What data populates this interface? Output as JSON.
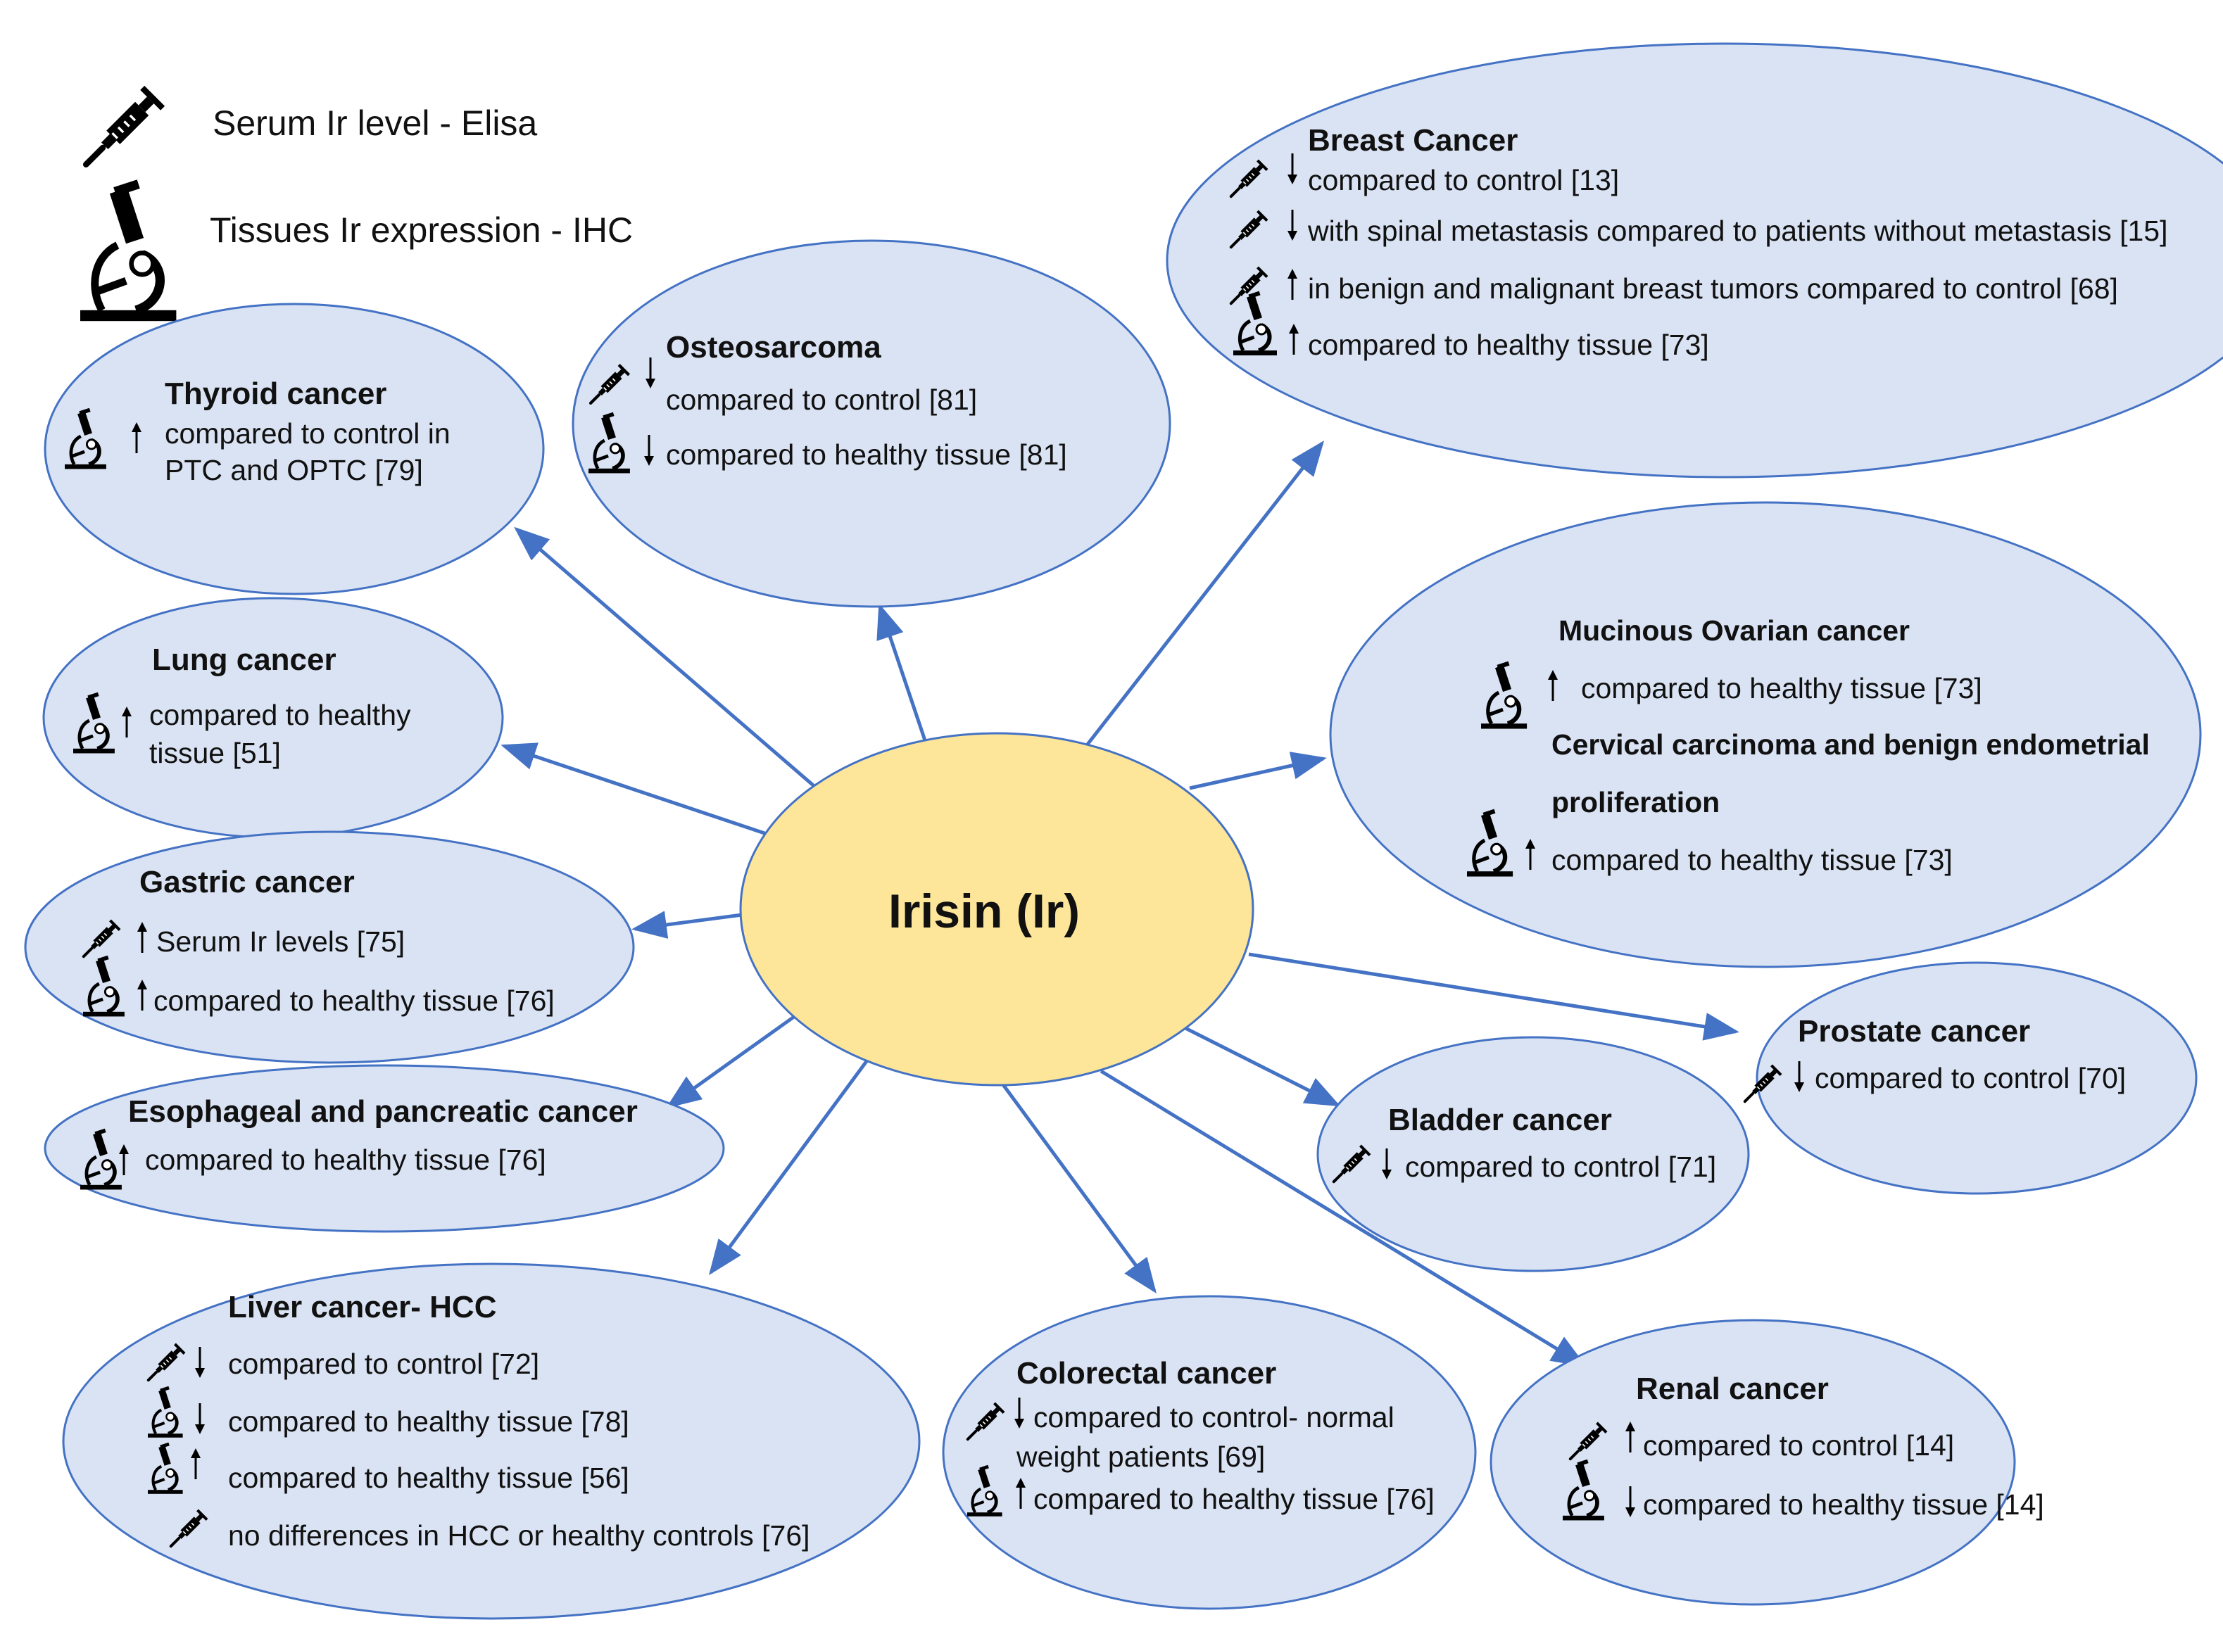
{
  "legend": {
    "syringe_label": "Serum Ir level - Elisa",
    "microscope_label": "Tissues Ir expression - IHC",
    "syringe_icon": "syringe-icon",
    "microscope_icon": "microscope-icon"
  },
  "center": {
    "label": "Irisin (Ir)"
  },
  "colors": {
    "node_fill": "#dae3f3",
    "node_stroke": "#4472c4",
    "center_fill": "#fde699",
    "arrow": "#4472c4"
  },
  "nodes": {
    "thyroid": {
      "title": "Thyroid cancer",
      "lines": [
        "compared to control in",
        "PTC and OPTC [79]"
      ]
    },
    "osteosarcoma": {
      "title": "Osteosarcoma",
      "lines": [
        "compared to control [81]",
        "compared to healthy tissue [81]"
      ]
    },
    "breast": {
      "title": "Breast Cancer",
      "lines": [
        "compared to control [13]",
        "with spinal metastasis compared to patients without metastasis [15]",
        "in benign and malignant breast tumors compared to control [68]",
        "compared to healthy tissue [73]"
      ]
    },
    "lung": {
      "title": "Lung cancer",
      "lines": [
        "compared to healthy",
        "tissue [51]"
      ]
    },
    "ovarian": {
      "title": "Mucinous Ovarian cancer",
      "line1": "compared to healthy tissue [73]",
      "subtitle1": "Cervical carcinoma and benign endometrial",
      "subtitle2": "proliferation",
      "line2": "compared to healthy tissue [73]"
    },
    "gastric": {
      "title": "Gastric cancer",
      "lines": [
        "Serum Ir levels [75]",
        "compared to healthy tissue [76]"
      ]
    },
    "esophageal": {
      "title": "Esophageal and pancreatic cancer",
      "lines": [
        "compared to healthy tissue [76]"
      ]
    },
    "prostate": {
      "title": "Prostate cancer",
      "lines": [
        "compared to control [70]"
      ]
    },
    "bladder": {
      "title": "Bladder cancer",
      "lines": [
        "compared to control [71]"
      ]
    },
    "liver": {
      "title": "Liver cancer- HCC",
      "lines": [
        "compared to control [72]",
        "compared to healthy tissue [78]",
        "compared to healthy tissue [56]",
        "no differences in HCC or healthy controls [76]"
      ]
    },
    "colorectal": {
      "title": "Colorectal cancer",
      "lines": [
        "compared to control- normal",
        "weight patients [69]",
        "compared to healthy tissue [76]"
      ]
    },
    "renal": {
      "title": "Renal cancer",
      "lines": [
        "compared to control [14]",
        "compared to healthy tissue [14]"
      ]
    }
  }
}
